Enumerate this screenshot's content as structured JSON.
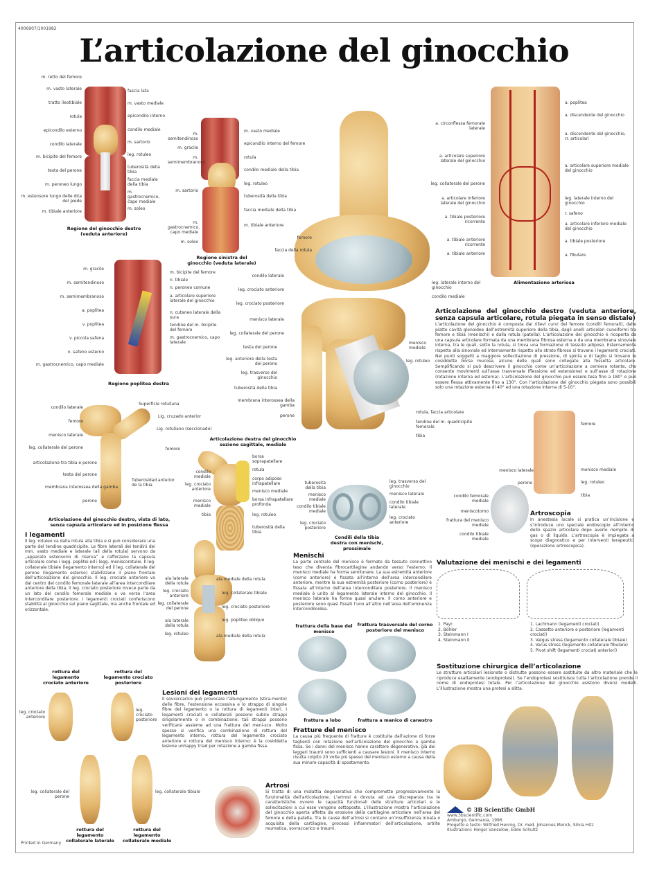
{
  "header": {
    "code": "4006907/1001982",
    "title": "L’articolazione del ginocchio",
    "printed": "Printed in Germany"
  },
  "captions": {
    "anterior": "Regione del ginocchio destro (veduta anteriore)",
    "lateral": "Regione sinistra del ginocchio (veduta laterale)",
    "arterial": "Alimentazione arteriosa",
    "popliteal": "Regione poplitea destra",
    "flexed": "Articolazione del ginocchio destro, vista di lato, senza capsula articolare ed in posizione flessa",
    "sagittal": "Articolazione destra del ginocchio sezione sagittale, mediale",
    "condyles": "Condili della tibia destra con menischi, prossimale",
    "frac1": "frattura della base del menisco",
    "frac2": "frattura trasversale del corno posteriore del menisco",
    "frac3": "frattura a lobo",
    "frac4": "frattura a manico di canestro",
    "inj1": "rottura del legamento crociato anteriore",
    "inj2": "rottura del legamento crociato posteriore",
    "inj3": "rottura del legamento collaterale laterale",
    "inj4": "rottura del legamento collaterale mediale"
  },
  "sections": {
    "main": {
      "title": "Articolazione del ginocchio destro (veduta anteriore, senza capsula articolare, rotula piegata in senso distale)",
      "text": "L’articolazione del ginocchio è composta dai rilievi curvi del femore (condili femorali), dalle piatte cavità glenoidee dell’estremità superiore della tibia, dagli anelli articolari cuneiformi tra femore e tibia (menischi) e dalla rotula (patella). L’articolazione del ginocchio è ricoperta da una capsula articolare formata da una membrana fibrosa esterna e da una membrana sinoviale interna, tra le quali, sotto la rotula, si trova una formazione di tessuto adiposo. Esternamente rispetto alla sinoviale ed internamente rispetto allo strato fibroso si trovano i legamenti crociati. Nei punti soggetti a maggiore sollecitazione di pressione, di spinta e di taglio si trovano le cosiddette borse mucose, alcune delle quali sono collegate alla fossetta articolare. Semplificando si può descrivere il ginocchio come un’articolazione a cerniera rotante, che consente movimenti sull’asse trasversale (flessione ed estensione) e sull’asse di rotazione (rotazione interna ed esterna). L’articolazione del ginocchio può essere tesa fino a 180° e può essere flessa attivamente fino a 130°. Con l’articolazione del ginocchio piegata sono possibili solo una rotazione esterna di 40° ed una rotazione interna di 5-10°."
    },
    "ligaments": {
      "title": "I legamenti",
      "text": "Il leg. rotuleo va dalla rotula alla tibia e si può considerare una parte del tendine quadricipite. Le fibre laterali dei tendini dei mm. vasto mediale e laterale (ali della rotula) servono da „apparato estensorio di riserva“ e rafforzano la capsula articolare come i legg. poplitei ed i legg. meniscorotulei. Il leg. collaterale tibiale (legamento interno) ed il leg. collaterale del perone (legamento esterno) stabilizzano il piano frontale dell’articolazione del ginocchio. Il leg. crociato anteriore va dal centro del condilo femorale laterale all’area intercondilare anteriore della tibia, il leg. crociato posteriore invece parte da un lato del condilo femorale mediale e va verso l’area intercondilare posteriore. I legamenti crociati conferiscono stabilità al ginocchio sul piano sagittale, ma anche frontale ed orizzontale."
    },
    "menisci": {
      "title": "Menischi",
      "text": "La parte centrale del menisco è formato da tessuto connettivo teso che diventa fibrocartilagine andando verso l’esterno. Il menisco mediale ha forma semilunare. La sua estremità anteriore (corno anteriore) è fissata all’interno dell’area intercondilare anteriore, mentre la sua estremità posteriore (corno posteriore) è fissata all’interno dell’area intercondilare posteriore. Il menisco mediale è unito al legamento laterale interno del ginocchio. Il menisco laterale ha forma quasi anulare. Il corno anteriore e posteriore sono quasi fissati l’uno all’altro nell’area dell’eminenza intercondiloidea."
    },
    "injuries": {
      "title": "Lesioni dei legamenti",
      "text": "Il sovraccarico può provocare l’allungamento (stira-mento) delle fibre, l’estensione eccessiva e lo strappo di singole fibre del legamento o la rottura di legamenti interi. I legamenti crociati e collaterali possono subire strappi singolarmente o in combinazione; tali strappi possono verificarsi assieme ad una frattura del meni-sco. Molto spesso si verifica una combinazione di rottura del legamento interno, rottura del legamento crociato anteriore e rottura del menisco interno: è la cosiddetta lesione unhappy triad per rotazione a gamba fissa."
    },
    "fractures": {
      "title": "Fratture del menisco",
      "text": "La causa più frequente di fratture è costituita dall’azione di forze taglienti con rotazione nell’articolazione del ginocchio a gamba fissa. Se i danni del menisco hanno carattere degenerativo, già dei leggeri traumi sono sufficienti a causare lesioni. Il menisco interno risulta colpito 20 volte più spesso del menisco esterno a causa della sua minore capacità di spostamento."
    },
    "arthrosis": {
      "title": "Artrosi",
      "text": "Si tratta di una malattia degenerativa che compromette progressivamente la funzionalità dell’articolazione. L’artrosi è dovuta ad una discrepanza tra le caratteristiche ovvero le capacità funzionali delle strutture articolari e le sollecitazioni a cui esse vengono sottoposte. L’illustrazione mostra l’articolazione del ginocchio aperta affetta da erosione della cartilagine articolare nell’area del femore e della patella. Tra le cause dell’artrosi si contano un’insufficienza innata o acquisita della cartilagine, processi infiammatori dell’articolazione, artrite reumatica, sovraccarico e traumi."
    },
    "arthroscopy": {
      "title": "Artroscopia",
      "text": "In anestesia locale si pratica un’incisione e s’introduce uno speciale endoscopio all’interno dello spazio articolare dopo averlo riempito di gas o di liquido. L’artroscopia è impiegata a scopo diagnostico e per interventi terapeutici (operazione artroscopica)."
    },
    "evaluation": {
      "title": "Valutazione dei menischi e dei legamenti",
      "menisci_tests": [
        "1. Payr",
        "2. Böhler",
        "3. Steinmann I",
        "4. Steinmann II"
      ],
      "ligament_tests": [
        "1. Lachmann (legamenti crociati)",
        "2. Cassetto anteriore e posteriore (legamenti crociati)",
        "3. Valgus stress (legamento collaterale tibiale)",
        "4. Varus stress (legamento collaterale fibulare)",
        "5. Pivot shift (legamenti crociati anteriori)"
      ]
    },
    "replacement": {
      "title": "Sostituzione chirurgica dell’articolazione",
      "text": "Le strutture articolari lesionate o distrutte possono essere sostituite da altro materiale che le riproduce esattamente (endoprotesi). Se l’endoprotesi sostituisce tutta l’articolazione prende il nome di endoprotesi totale. Per l’articolazione del ginocchio esistono diversi modelli. L’illustrazione mostra una protesi a slitta."
    }
  },
  "publisher": {
    "name": "© 3B Scientific GmbH",
    "url": "www.3bscientific.com",
    "place": "Amburgo, Germania, 1996",
    "authors": "Progetto e testo: Wilfried Hennig, Dr. med. Johannes Menck, Silvia Hitz",
    "illustrators": "Illustrazioni: Holger Vanselow, Eddo Schultz"
  },
  "labels": {
    "anterior": [
      "m. retto del femore",
      "m. vasto laterale",
      "tratto ileotibiale",
      "rotula",
      "epicondilo esterno",
      "condilo laterale",
      "m. bicipite del femore",
      "testa del perone",
      "m. peroneo lungo",
      "m. estensore lungo delle dita del piede",
      "m. tibiale anteriore",
      "fascia lata",
      "m. vasto mediale",
      "epicondilo interno",
      "condilo mediale",
      "m. sartorio",
      "leg. rotuleo",
      "tuberosità della tibia",
      "faccia mediale della tibia",
      "m. gastrocnemico, capo mediale",
      "m. soleo"
    ],
    "lateral": [
      "m. semitendinoso",
      "m. gracile",
      "m. semimembranoso",
      "m. sartorio",
      "m. gastrocnemico, capo mediale",
      "m. soleo",
      "m. vasto mediale",
      "epicondilo interno del femore",
      "rotula",
      "condilo mediale della tibia",
      "leg. rotuleo",
      "tuberosità della tibia",
      "faccia mediale della tibia",
      "m. tibiale anteriore"
    ],
    "main": [
      "femore",
      "faccia della rotula",
      "condilo laterale",
      "leg. crociato anteriore",
      "leg. crociato posteriore",
      "menisco laterale",
      "leg. collaterale del perone",
      "testa del perone",
      "leg. anteriore della testa del perone",
      "leg. trasverso del ginocchio",
      "tuberosità della tibia",
      "membrana interossea della gamba",
      "perone",
      "leg. laterale interno del ginocchio",
      "condilo mediale",
      "menisco mediale",
      "leg. rotuleo",
      "rotula, faccia articolare",
      "tendine del m. quadricipite femorale",
      "tibia"
    ],
    "arterial": [
      "a. circonflessa femorale laterale",
      "a. articolare superiore laterale del ginocchio",
      "leg. collaterale del perone",
      "a. articolare inferiore laterale del ginocchio",
      "a. tibiale posteriore ricorrente",
      "a. tibiale anteriore ricorrente",
      "a. tibiale anteriore",
      "a. poplitea",
      "a. discendente del ginocchio",
      "a. discendente del ginocchio, rr. articolari",
      "a. articolare superiore mediale del ginocchio",
      "leg. laterale interno del ginocchio",
      "r. safeno",
      "a. articolare inferiore mediale del ginocchio",
      "a. tibiale posteriore",
      "a. fibulare"
    ],
    "popliteal": [
      "m. gracile",
      "m. semitendinoso",
      "m. semimembranoso",
      "a. poplitea",
      "v. poplitea",
      "v. piccola safena",
      "n. safeno esterno",
      "m. gastrocnemico, capo mediale",
      "m. bicipite del femore",
      "n. tibiale",
      "n. peroneo comune",
      "a. articolare superiore laterale del ginocchio",
      "n. cutaneo laterale della sura",
      "tendine del m. bicipite del femore",
      "m. gastrocnemico, capo laterale"
    ],
    "flexed": [
      "condilo laterale",
      "femore",
      "menisco laterale",
      "leg. collaterale del perone",
      "articolazione tra tibia e perone",
      "testa del perone",
      "membrana interossea della gamba",
      "perone",
      "Superficie rotuliana",
      "Lig. cruzado anterior",
      "Lig. rotuliano (seccionado)",
      "Tuberosidad anterior de la tibia"
    ],
    "sagittal": [
      "femore",
      "condilo mediale",
      "leg. crociato anteriore",
      "menisco mediale",
      "tibia",
      "borsa soprapatellare",
      "rotula",
      "corpo adiposo infrapatellare",
      "menisco mediale",
      "borsa infrapatellare profonda",
      "leg. rotuleo",
      "tuberosità della tibia"
    ],
    "condyles": [
      "tuberosità della tibia",
      "menisco mediale",
      "condilo tibiale mediale",
      "leg. crociato posteriore",
      "leg. trasverso del ginocchio",
      "menisco laterale",
      "condilo tibiale laterale",
      "leg. crociato anteriore"
    ],
    "arthroscopy": [
      "menisco laterale",
      "perone",
      "femore",
      "menisco mediale",
      "leg. rotuleo",
      "tibia",
      "condilo femorale mediale",
      "meniscotomo",
      "frattura del menisco mediale",
      "condilo tibiale mediale"
    ],
    "posterior": [
      "ala laterale della rotula",
      "leg. crociato anteriore",
      "leg. collaterale del perone",
      "ala laterale della rotula",
      "leg. rotuleo",
      "ala mediale della rotula",
      "leg. collaterale tibiale",
      "leg. crociato posteriore",
      "leg. popliteo obliquo",
      "ala mediale della rotula"
    ],
    "injuries": [
      "leg. crociato anteriore",
      "leg. crociato posteriore",
      "leg. collaterale del perone",
      "leg. collaterale tibiale"
    ]
  },
  "colors": {
    "bone": "#e2b46a",
    "muscle": "#c8504a",
    "cartilage": "#a9bcc2",
    "text": "#333333"
  }
}
